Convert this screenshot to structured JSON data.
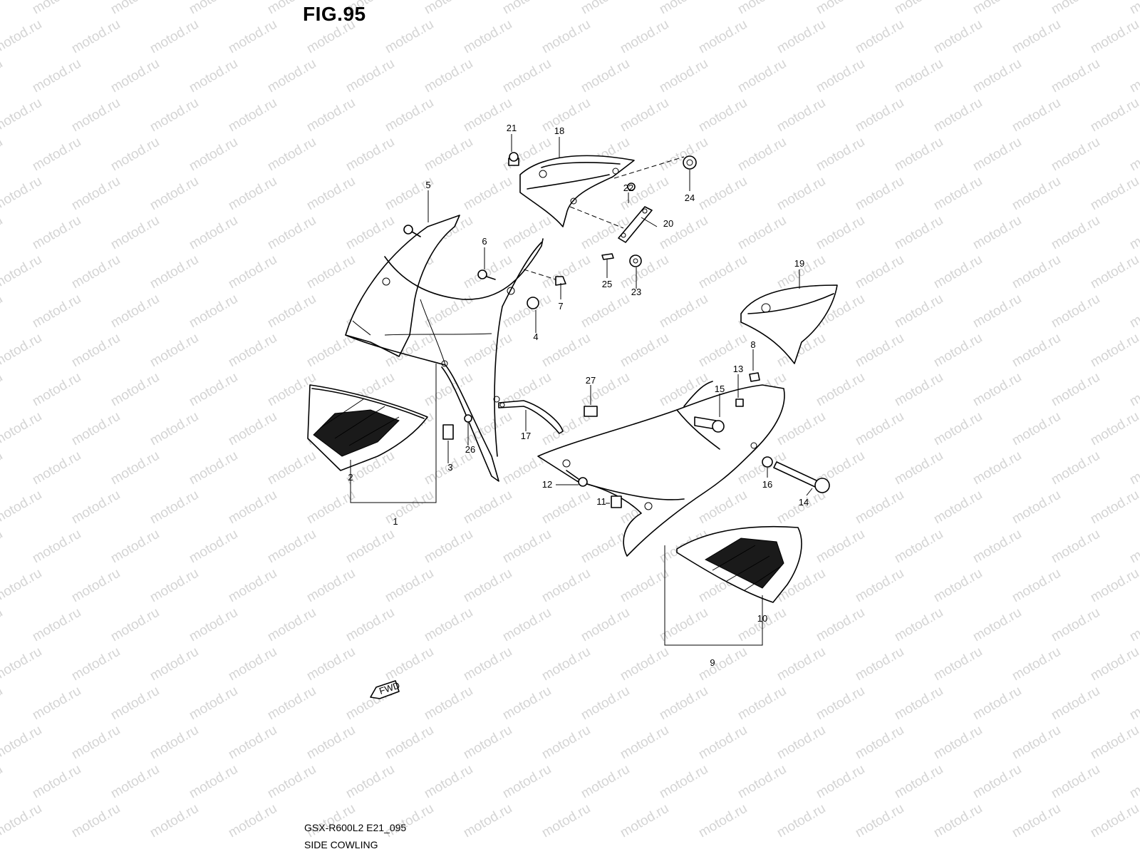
{
  "figure": {
    "title": "FIG.95",
    "model_code": "GSX-R600L2 E21_095",
    "subtitle": "SIDE COWLING",
    "watermark": "motod.ru"
  },
  "callouts": [
    "1",
    "2",
    "3",
    "4",
    "5",
    "6",
    "7",
    "8",
    "9",
    "10",
    "11",
    "12",
    "13",
    "14",
    "15",
    "16",
    "17",
    "18",
    "19",
    "20",
    "21",
    "22",
    "23",
    "24",
    "25",
    "26",
    "27"
  ],
  "fwd_label": "FWD"
}
